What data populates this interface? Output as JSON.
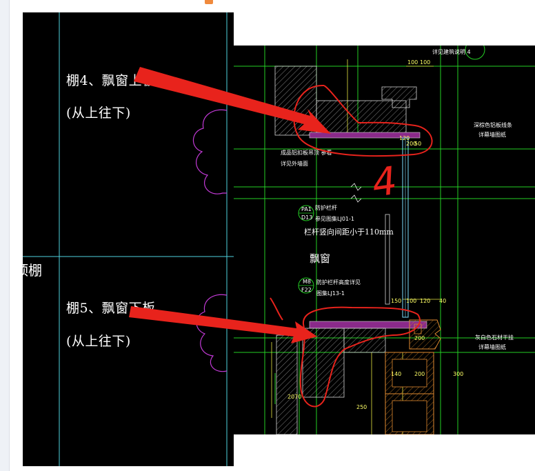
{
  "labels": {
    "upper_board_title": "棚4、飘窗上板",
    "upper_board_sub": "(从上往下)",
    "lower_board_title": "棚5、飘窗下板",
    "lower_board_sub": "(从上往下)",
    "ceiling_partial": "顶棚",
    "bay_window": "飘窗",
    "railing_note": "栏杆竖向间距小于110mm",
    "handwritten_mark": "4"
  },
  "callouts": [
    {
      "top": "PA1",
      "bottom": "D13"
    },
    {
      "top": "M8",
      "bottom": "F22"
    }
  ],
  "notes": {
    "top_right": "详见建筑说明 4",
    "right_upper_1": "深棕色铝板线条",
    "right_upper_2": "详幕墙图纸",
    "right_lower_1": "灰白色石材干挂",
    "right_lower_2": "详幕墙图纸",
    "left_upper_1": "成品铝扣板吊顶 参看",
    "left_upper_2": "详见外墙面",
    "railing_1": "防护栏杆",
    "railing_2": "参见图集LJ01-1",
    "railing_3": "防护栏杆高度详见",
    "railing_4": "图集LJ13-1"
  },
  "dimensions": {
    "d1": "100",
    "d2": "100",
    "d3": "120",
    "d4": "200",
    "d5": "50",
    "d6": "150",
    "d7": "100",
    "d8": "120",
    "d9": "40",
    "d10": "200",
    "d11": "140",
    "d12": "200",
    "d13": "300",
    "d14": "250",
    "d15": "2070"
  },
  "colors": {
    "cad_background": "#000000",
    "guide_cyan": "#4fd3df",
    "cloud_magenta": "#c23ad6",
    "wall_green": "#25d025",
    "annotation_red": "#e8231c",
    "hatch_white": "#d8d8d8"
  }
}
